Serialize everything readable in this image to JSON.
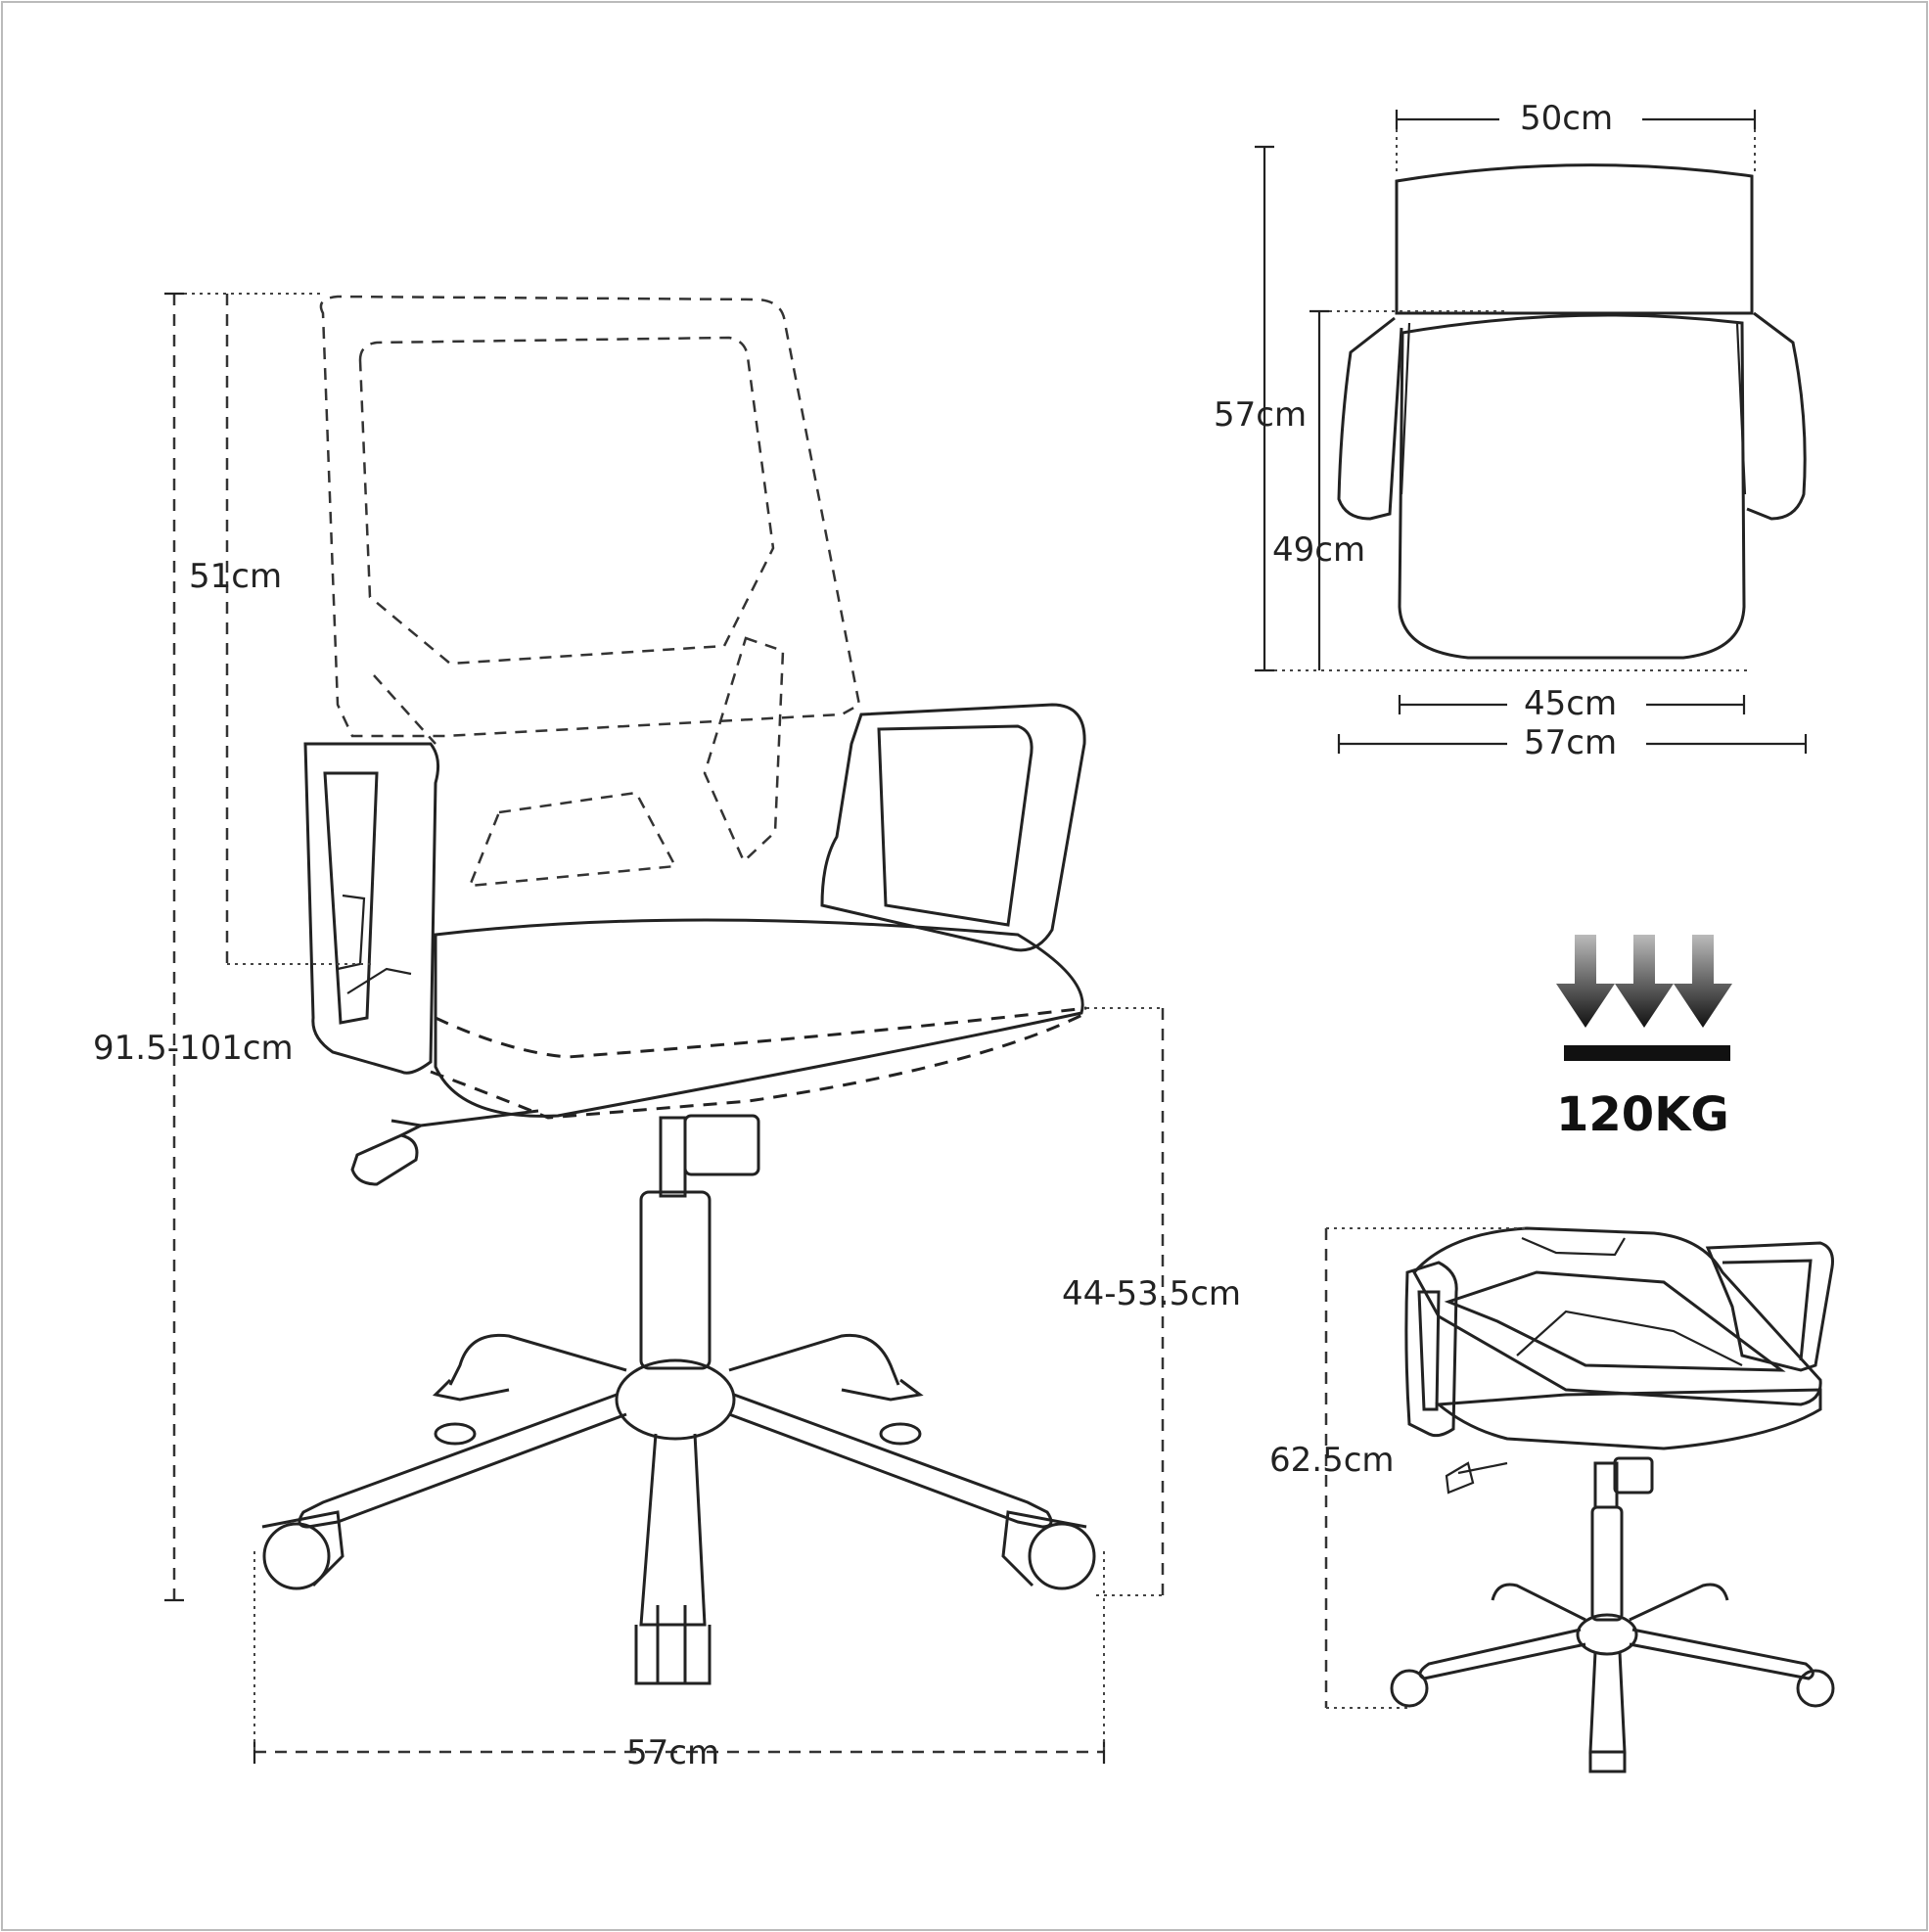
{
  "dimensions": {
    "total_height": "91.5-101cm",
    "backrest_height": "51cm",
    "seat_height": "44-53.5cm",
    "base_width": "57cm",
    "top_width": "50cm",
    "top_depth": "57cm",
    "seat_depth": "49cm",
    "seat_width": "45cm",
    "overall_width": "57cm",
    "folded_height": "62.5cm"
  },
  "load": {
    "capacity": "120KG",
    "icon": "downward-arrows-load-icon"
  }
}
